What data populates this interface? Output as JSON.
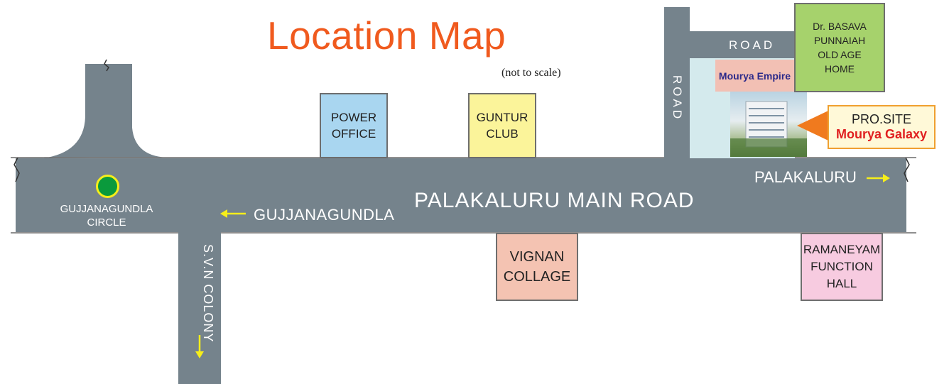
{
  "title": "Location Map",
  "subtitle": "(not to scale)",
  "roads": {
    "main": "PALAKALURU MAIN ROAD",
    "palakaluru": "PALAKALURU",
    "gujjanagundla": "GUJJANAGUNDLA",
    "svn_colony": "S.V.N COLONY",
    "road_top": "ROAD",
    "road_side": "ROAD"
  },
  "landmarks": {
    "circle_label": "GUJJANAGUNDLA CIRCLE",
    "power_office": "POWER OFFICE",
    "guntur_club": "GUNTUR CLUB",
    "vignan": "VIGNAN COLLAGE",
    "ramaneyam": "RAMANEYAM FUNCTION HALL",
    "old_age_home": "Dr. BASAVA PUNNAIAH OLD AGE HOME",
    "mourya_empire": "Mourya Empire"
  },
  "project": {
    "line1": "PRO.SITE",
    "line2": "Mourya Galaxy"
  },
  "colors": {
    "road": "#75838c",
    "title": "#f05a1e",
    "power_office": "#a9d6f0",
    "guntur_club": "#fbf49a",
    "vignan": "#f4c3b2",
    "ramaneyam": "#f7cbe0",
    "old_age_home": "#a6d26c",
    "mourya_empire": "#f2c0b4",
    "site_area": "#d4eaed",
    "arrow": "#f6ee1a",
    "marker": "#0a9a3c"
  }
}
